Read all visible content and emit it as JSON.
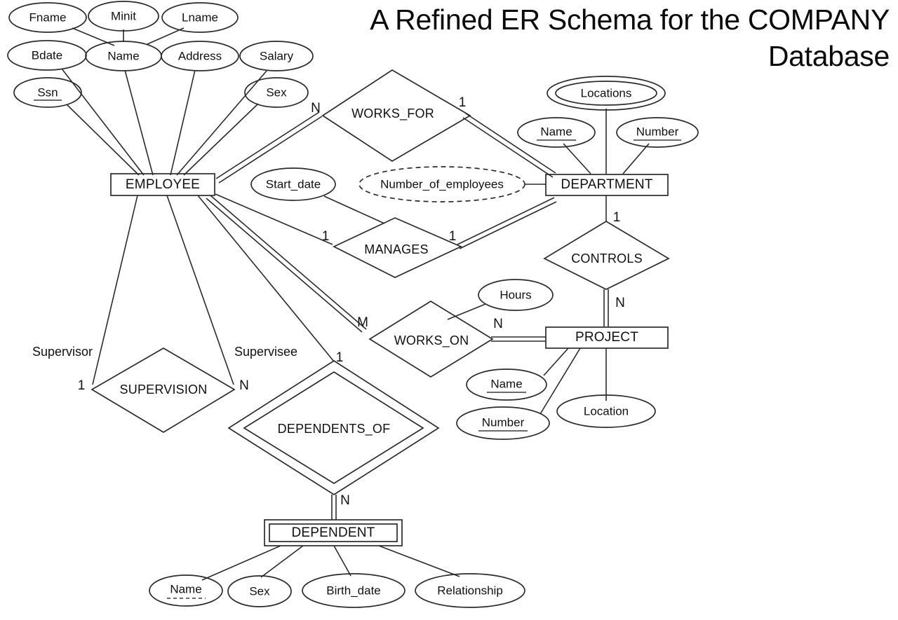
{
  "title": {
    "line1": "A Refined ER Schema for the COMPANY",
    "line2": "Database"
  },
  "colors": {
    "entity_fill": "#e9e9e4",
    "relationship_fill": "#f1ece6",
    "attribute_fill": "#ffffff",
    "stroke": "#2b2b2b",
    "text": "#101010",
    "background": "#ffffff"
  },
  "entities": [
    {
      "id": "employee",
      "label": "EMPLOYEE",
      "weak": false
    },
    {
      "id": "department",
      "label": "DEPARTMENT",
      "weak": false
    },
    {
      "id": "project",
      "label": "PROJECT",
      "weak": false
    },
    {
      "id": "dependent",
      "label": "DEPENDENT",
      "weak": true
    }
  ],
  "relationships": [
    {
      "id": "works_for",
      "label": "WORKS_FOR",
      "identifying": false
    },
    {
      "id": "manages",
      "label": "MANAGES",
      "identifying": false
    },
    {
      "id": "works_on",
      "label": "WORKS_ON",
      "identifying": false
    },
    {
      "id": "controls",
      "label": "CONTROLS",
      "identifying": false
    },
    {
      "id": "supervision",
      "label": "SUPERVISION",
      "identifying": false
    },
    {
      "id": "dependents_of",
      "label": "DEPENDENTS_OF",
      "identifying": true
    }
  ],
  "attributes": [
    {
      "id": "emp_fname",
      "label": "Fname",
      "owner": "employee",
      "kind": "simple"
    },
    {
      "id": "emp_minit",
      "label": "Minit",
      "owner": "employee",
      "kind": "simple"
    },
    {
      "id": "emp_lname",
      "label": "Lname",
      "owner": "employee",
      "kind": "simple"
    },
    {
      "id": "emp_bdate",
      "label": "Bdate",
      "owner": "employee",
      "kind": "simple"
    },
    {
      "id": "emp_name",
      "label": "Name",
      "owner": "employee",
      "kind": "composite"
    },
    {
      "id": "emp_address",
      "label": "Address",
      "owner": "employee",
      "kind": "simple"
    },
    {
      "id": "emp_salary",
      "label": "Salary",
      "owner": "employee",
      "kind": "simple"
    },
    {
      "id": "emp_ssn",
      "label": "Ssn",
      "owner": "employee",
      "kind": "key"
    },
    {
      "id": "emp_sex",
      "label": "Sex",
      "owner": "employee",
      "kind": "simple"
    },
    {
      "id": "dept_locations",
      "label": "Locations",
      "owner": "department",
      "kind": "multivalued"
    },
    {
      "id": "dept_name",
      "label": "Name",
      "owner": "department",
      "kind": "key"
    },
    {
      "id": "dept_number",
      "label": "Number",
      "owner": "department",
      "kind": "key"
    },
    {
      "id": "dept_numemp",
      "label": "Number_of_employees",
      "owner": "department",
      "kind": "derived"
    },
    {
      "id": "manages_start",
      "label": "Start_date",
      "owner": "manages",
      "kind": "simple"
    },
    {
      "id": "workson_hours",
      "label": "Hours",
      "owner": "works_on",
      "kind": "simple"
    },
    {
      "id": "proj_name",
      "label": "Name",
      "owner": "project",
      "kind": "key"
    },
    {
      "id": "proj_number",
      "label": "Number",
      "owner": "project",
      "kind": "key"
    },
    {
      "id": "proj_location",
      "label": "Location",
      "owner": "project",
      "kind": "simple"
    },
    {
      "id": "dep_name",
      "label": "Name",
      "owner": "dependent",
      "kind": "partial-key"
    },
    {
      "id": "dep_sex",
      "label": "Sex",
      "owner": "dependent",
      "kind": "simple"
    },
    {
      "id": "dep_birthdate",
      "label": "Birth_date",
      "owner": "dependent",
      "kind": "simple"
    },
    {
      "id": "dep_relationship",
      "label": "Relationship",
      "owner": "dependent",
      "kind": "simple"
    }
  ],
  "cardinalities": {
    "works_for_employee": "N",
    "works_for_department": "1",
    "manages_employee": "1",
    "manages_department": "1",
    "controls_department": "1",
    "controls_project": "N",
    "works_on_employee": "M",
    "works_on_project": "N",
    "supervision_supervisor": "1",
    "supervision_supervisee": "N",
    "dependents_of_employee": "1",
    "dependents_of_dependent": "N"
  },
  "roles": {
    "supervisor": "Supervisor",
    "supervisee": "Supervisee"
  }
}
